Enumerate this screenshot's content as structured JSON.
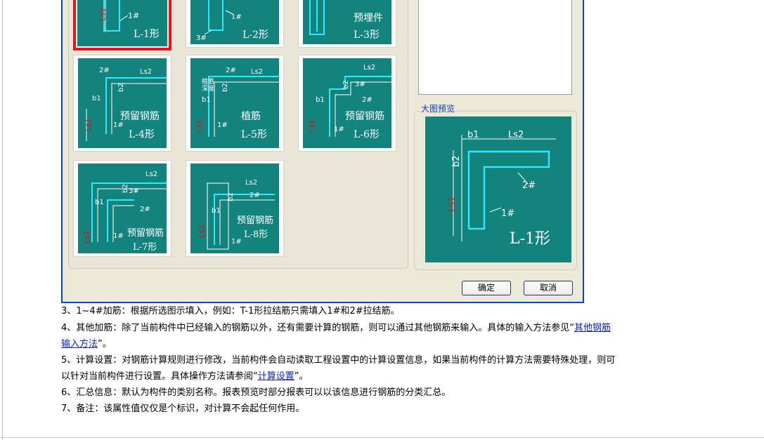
{
  "dialog": {
    "thumbnails": [
      {
        "id": "l1",
        "caption": "L-1形",
        "labels": [
          "Ls1",
          "1#"
        ],
        "selected": true
      },
      {
        "id": "l2",
        "caption": "L-2形",
        "labels": [
          "1#",
          "3#"
        ],
        "selected": false
      },
      {
        "id": "l3",
        "caption": "L-3形",
        "caption2": "预埋件",
        "labels": [],
        "selected": false
      },
      {
        "id": "l4",
        "caption": "L-4形",
        "caption2": "预留钢筋",
        "labels": [
          "2#",
          "Ls2",
          "b2",
          "b1",
          "Ls1",
          "1#"
        ],
        "selected": false
      },
      {
        "id": "l5",
        "caption": "L-5形",
        "caption2": "植筋",
        "labels": [
          "2#",
          "Ls2",
          "植筋",
          "深度",
          "b2",
          "b1",
          "Ls1",
          "1#"
        ],
        "selected": false
      },
      {
        "id": "l6",
        "caption": "L-6形",
        "caption2": "预留钢筋",
        "labels": [
          "Ls2",
          "3#",
          "b2",
          "2#",
          "b1",
          "Ls1",
          "1#"
        ],
        "selected": false
      },
      {
        "id": "l7",
        "caption": "L-7形",
        "caption2": "预留钢筋",
        "labels": [
          "Ls2",
          "b2",
          "3#",
          "b1",
          "2#",
          "Ls1",
          "1#"
        ],
        "selected": false
      },
      {
        "id": "l8",
        "caption": "L-8形",
        "caption2": "预留钢筋",
        "labels": [
          "Ls2",
          "b2",
          "2#",
          "b1",
          "Ls1",
          "1#"
        ],
        "selected": false
      }
    ],
    "preview": {
      "legend": "大图预览",
      "labels": {
        "b1": "b1",
        "ls2": "Ls2",
        "b2": "b2",
        "bar2": "2#",
        "ls1": "Ls1",
        "bar1": "1#"
      },
      "caption": "L-1形"
    },
    "ok_label": "确定",
    "cancel_label": "取消"
  },
  "doc": {
    "p3": "3、1~4#加筋：根据所选图示填入，例如：T-1形拉结筋只需填入1#和2#拉结筋。",
    "p4_a": "4、其他加筋：除了当前构件中已经输入的钢筋以外，还有需要计算的钢筋，则可以通过其他钢筋来输入。具体的输入方法参见“",
    "p4_link_a": "其他钢筋",
    "p4_link_b": "输入方法",
    "p4_b": "”。",
    "p5_a": "5、计算设置：对钢筋计算规则进行修改，当前构件会自动读取工程设置中的计算设置信息，如果当前构件的计算方法需要特殊处理，则可",
    "p5_b": "以针对当前构件进行设置。具体操作方法请参阅“",
    "p5_link": "计算设置",
    "p5_c": "”。",
    "p6": "6、汇总信息：默认为构件的类别名称。报表预览时部分报表可以以该信息进行钢筋的分类汇总。",
    "p7": "7、备注：该属性值仅仅是个标识，对计算不会起任何作用。"
  },
  "colors": {
    "dialog_border": "#0a44c8",
    "diagram_bg": "#13837d",
    "selection": "#e8131b",
    "link": "#0b23c8"
  }
}
